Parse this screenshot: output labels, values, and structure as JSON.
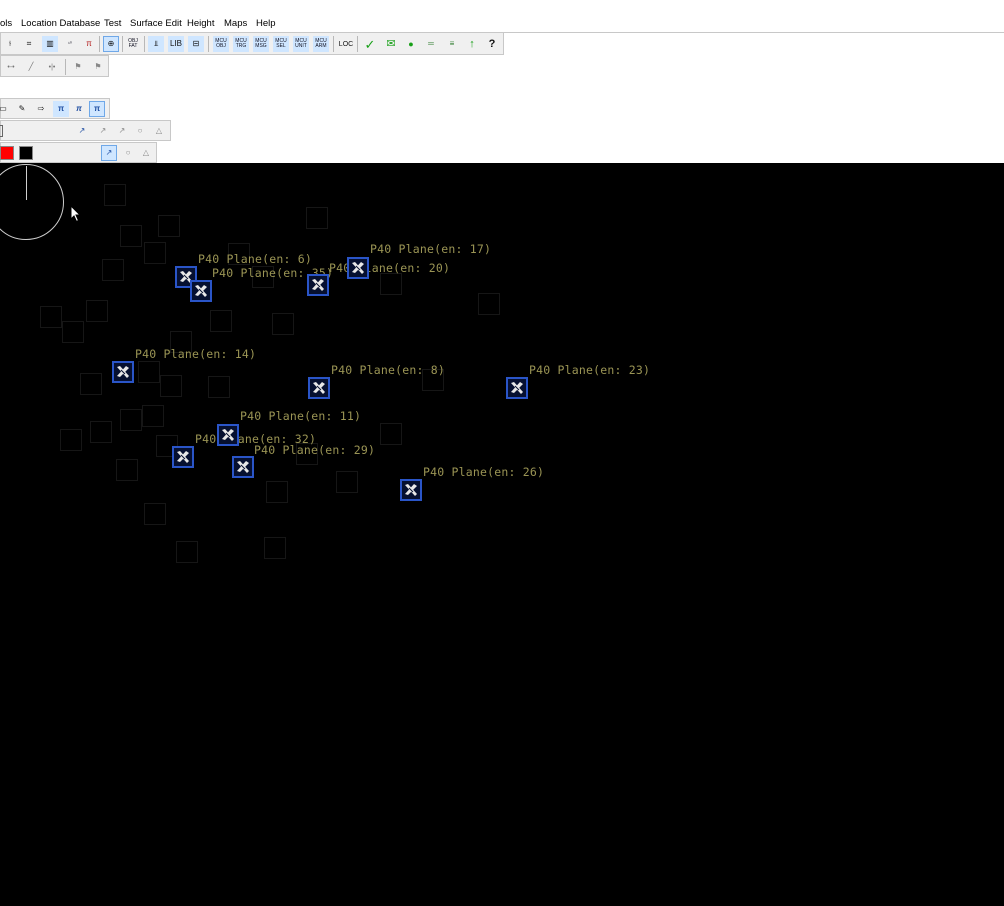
{
  "menu": [
    "ols",
    "Location Database",
    "Test",
    "Surface Edit",
    "Height",
    "Maps",
    "Help"
  ],
  "toolbar1": {
    "buttons": [
      {
        "label": "⫮",
        "icon": "arrows-icon"
      },
      {
        "label": "⌗",
        "icon": "grid-icon"
      },
      {
        "label": "▥",
        "icon": "panel-icon"
      },
      {
        "label": "¹⁰",
        "icon": "table-icon"
      },
      {
        "label": "π",
        "icon": "grp-icon"
      },
      {
        "label": "⊕",
        "icon": "info-icon"
      },
      {
        "label": "OBJ\nFAT",
        "icon": "obj-fat-icon"
      },
      {
        "label": "⫫",
        "icon": "filter-icon"
      },
      {
        "label": "LIB",
        "icon": "lib-icon"
      },
      {
        "label": "⊟",
        "icon": "library-icon"
      },
      {
        "label": "MCU\nOBJ",
        "icon": "mcu-obj-icon"
      },
      {
        "label": "MCU\nTRG",
        "icon": "mcu-trg-icon"
      },
      {
        "label": "MCU\nMSG",
        "icon": "mcu-msg-icon"
      },
      {
        "label": "MCU\nSEL",
        "icon": "mcu-sel-icon"
      },
      {
        "label": "MCU\nUNIT",
        "icon": "mcu-unit-icon"
      },
      {
        "label": "MCU\nARM",
        "icon": "mcu-arm-icon"
      },
      {
        "label": "LOC",
        "icon": "loc-icon"
      },
      {
        "label": "✓",
        "icon": "check-icon"
      },
      {
        "label": "✉",
        "icon": "message-icon"
      },
      {
        "label": "●",
        "icon": "dot-icon"
      },
      {
        "label": "═",
        "icon": "terrain-icon"
      },
      {
        "label": "≡",
        "icon": "terrain-height-icon"
      },
      {
        "label": "↑",
        "icon": "arrow-up-icon"
      },
      {
        "label": "?",
        "icon": "help-icon"
      }
    ]
  },
  "toolbar2": {
    "buttons": [
      {
        "label": "•-•",
        "icon": "path-icon"
      },
      {
        "label": "╱",
        "icon": "curve-icon"
      },
      {
        "label": "•|•",
        "icon": "node-icon"
      },
      {
        "label": "⚑",
        "icon": "stamp-icon"
      },
      {
        "label": "⚑",
        "icon": "stamp2-icon"
      }
    ]
  },
  "toolbar3": {
    "buttons": [
      {
        "label": "▭",
        "icon": "rect-icon"
      },
      {
        "label": "✎",
        "icon": "pencil-icon"
      },
      {
        "label": "⇨",
        "icon": "arrow-right-icon"
      },
      {
        "label": "π",
        "icon": "pi-edit-icon"
      },
      {
        "label": "π",
        "icon": "pi-icon"
      },
      {
        "label": "π",
        "icon": "pi-box-icon"
      }
    ]
  },
  "toolbar4": {
    "buttons": [
      {
        "label": "↗",
        "icon": "surface-tool-icon"
      },
      {
        "label": "↗",
        "icon": "surface-grey-icon"
      },
      {
        "label": "↗",
        "icon": "surface-grey2-icon"
      },
      {
        "label": "○",
        "icon": "drop-icon"
      },
      {
        "label": "△",
        "icon": "triangle-icon"
      }
    ]
  },
  "toolbar5": {
    "colors": {
      "primary": "#ff0000",
      "secondary": "#000000"
    },
    "buttons": [
      {
        "label": "↗",
        "icon": "height-tool-icon"
      },
      {
        "label": "○",
        "icon": "height-drop-icon"
      },
      {
        "label": "△",
        "icon": "height-triangle-icon"
      }
    ]
  },
  "planes": [
    {
      "label": "P40 Plane(en: 17)"
    },
    {
      "label": "P40 Plane(en: 6)"
    },
    {
      "label": "P40 Plane(en: 35)"
    },
    {
      "label": "P40 Plane(en: 20)"
    },
    {
      "label": "P40 Plane(en: 14)"
    },
    {
      "label": "P40 Plane(en: 8)"
    },
    {
      "label": "P40 Plane(en: 23)"
    },
    {
      "label": "P40 Plane(en: 11)"
    },
    {
      "label": "P40 Plane(en: 32)"
    },
    {
      "label": "P40 Plane(en: 29)"
    },
    {
      "label": "P40 Plane(en: 26)"
    }
  ]
}
